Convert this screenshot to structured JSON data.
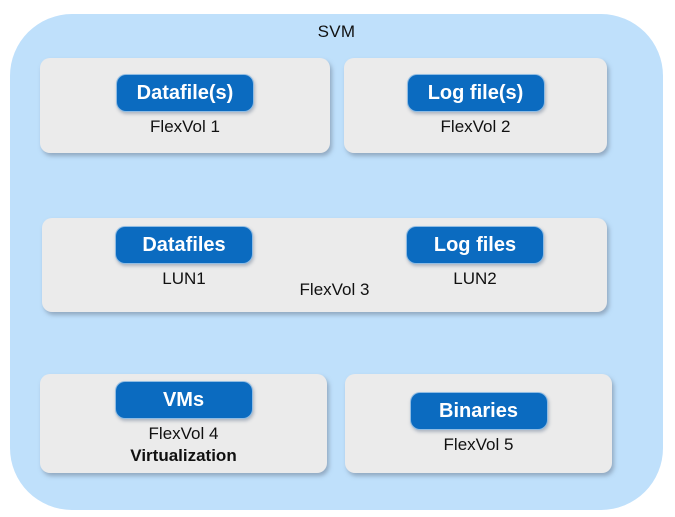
{
  "diagram": {
    "title": "SVM",
    "colors": {
      "container_bg": "#BFE0FB",
      "box_bg": "#EBEBEB",
      "pill_bg": "#0B6BC0",
      "pill_text": "#FFFFFF",
      "label_text": "#111111"
    },
    "row1": {
      "left": {
        "pill": "Datafile(s)",
        "label": "FlexVol 1"
      },
      "right": {
        "pill": "Log file(s)",
        "label": "FlexVol 2"
      }
    },
    "row2": {
      "label": "FlexVol 3",
      "left": {
        "pill": "Datafiles",
        "label": "LUN1"
      },
      "right": {
        "pill": "Log files",
        "label": "LUN2"
      }
    },
    "row3": {
      "left": {
        "pill": "VMs",
        "label": "FlexVol 4",
        "sublabel": "Virtualization"
      },
      "right": {
        "pill": "Binaries",
        "label": "FlexVol 5"
      }
    }
  }
}
